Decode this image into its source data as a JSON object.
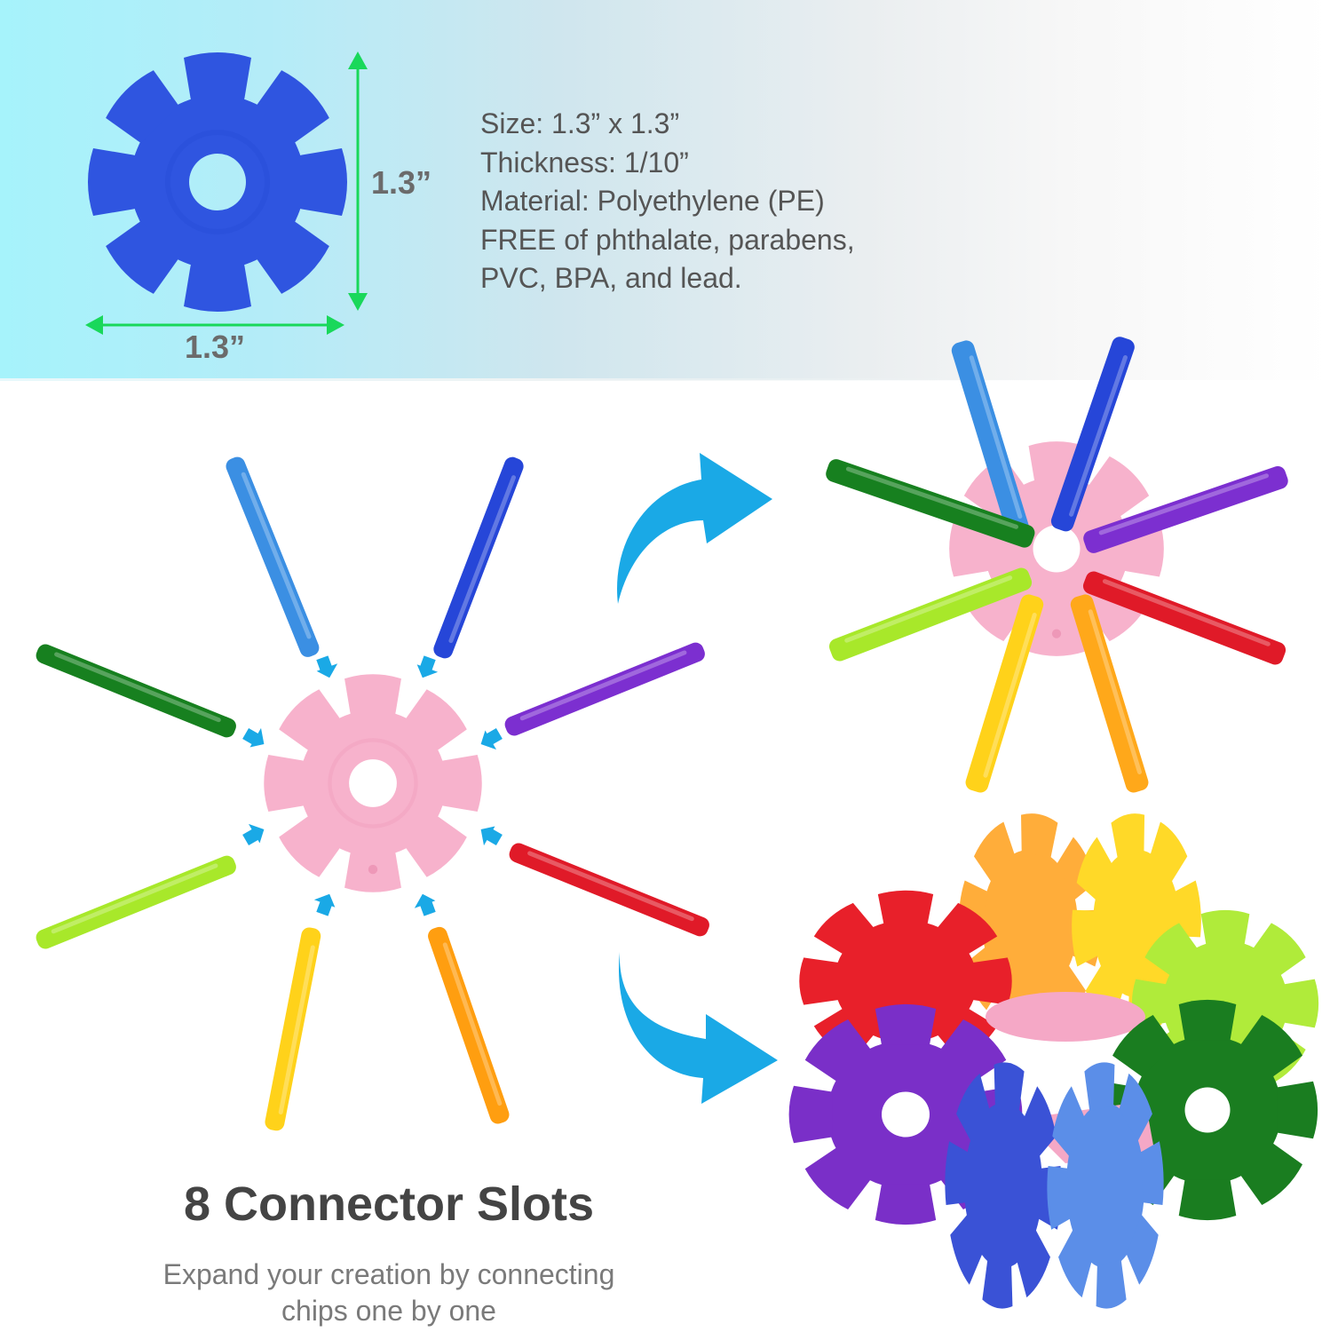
{
  "header": {
    "dimensions": {
      "height_label": "1.3”",
      "width_label": "1.3”"
    },
    "specs": [
      "Size: 1.3” x 1.3”",
      "Thickness: 1/10”",
      "Material: Polyethylene (PE)",
      "FREE of phthalate, parabens,",
      "PVC, BPA, and lead."
    ]
  },
  "feature": {
    "title": "8 Connector Slots",
    "description_line1": "Expand your creation by connecting",
    "description_line2": "chips one by one"
  },
  "icons": {
    "dimension_arrow": "double-headed-arrow-icon",
    "flow_arrows": [
      "curved-arrow-up-right-icon",
      "curved-arrow-down-right-icon"
    ],
    "slot_arrows": "small-pointer-arrow-icon"
  },
  "colors": {
    "dimension_arrow": "#19d85a",
    "flow_arrow": "#1aa9e6",
    "sample_chip": "#2f55e0",
    "hub_chip": "#f7b2cc",
    "chips": [
      "#3b8fe3",
      "#2646d8",
      "#7c2fd0",
      "#e01a28",
      "#ff9e10",
      "#ffd21a",
      "#a8e82a",
      "#17801f"
    ]
  }
}
